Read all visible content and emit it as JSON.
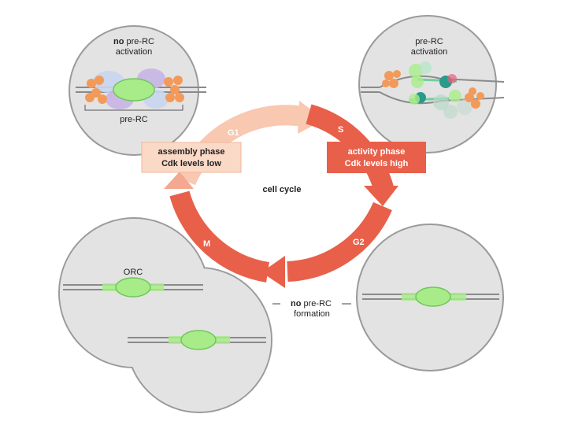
{
  "cycle": {
    "center_label": "cell cycle",
    "phases": {
      "g1": "G1",
      "s": "S",
      "g2": "G2",
      "m": "M"
    }
  },
  "assembly_box": {
    "line1": "assembly phase",
    "line2": "Cdk levels low"
  },
  "activity_box": {
    "line1": "activity phase",
    "line2": "Cdk levels high"
  },
  "top_left": {
    "caption_bold": "no",
    "caption_rest": "pre-RC",
    "caption_line2": "activation",
    "bracket_label": "pre-RC"
  },
  "top_right": {
    "caption_line1": "pre-RC",
    "caption_line2": "activation"
  },
  "bottom_left": {
    "orc_label": "ORC"
  },
  "bottom_middle": {
    "caption_bold": "no",
    "caption_rest": "pre-RC",
    "caption_line2": "formation"
  },
  "colors": {
    "arrow_light": "#f8c8b0",
    "arrow_dark": "#e8604a",
    "assembly_fill": "#fbd9c7",
    "activity_fill": "#e8604a",
    "bubble": "#e3e3e3",
    "orc_green": "#a8ec8a",
    "mcm_orange": "#f39a5a",
    "cdc6_purple": "#c8b4e4"
  }
}
